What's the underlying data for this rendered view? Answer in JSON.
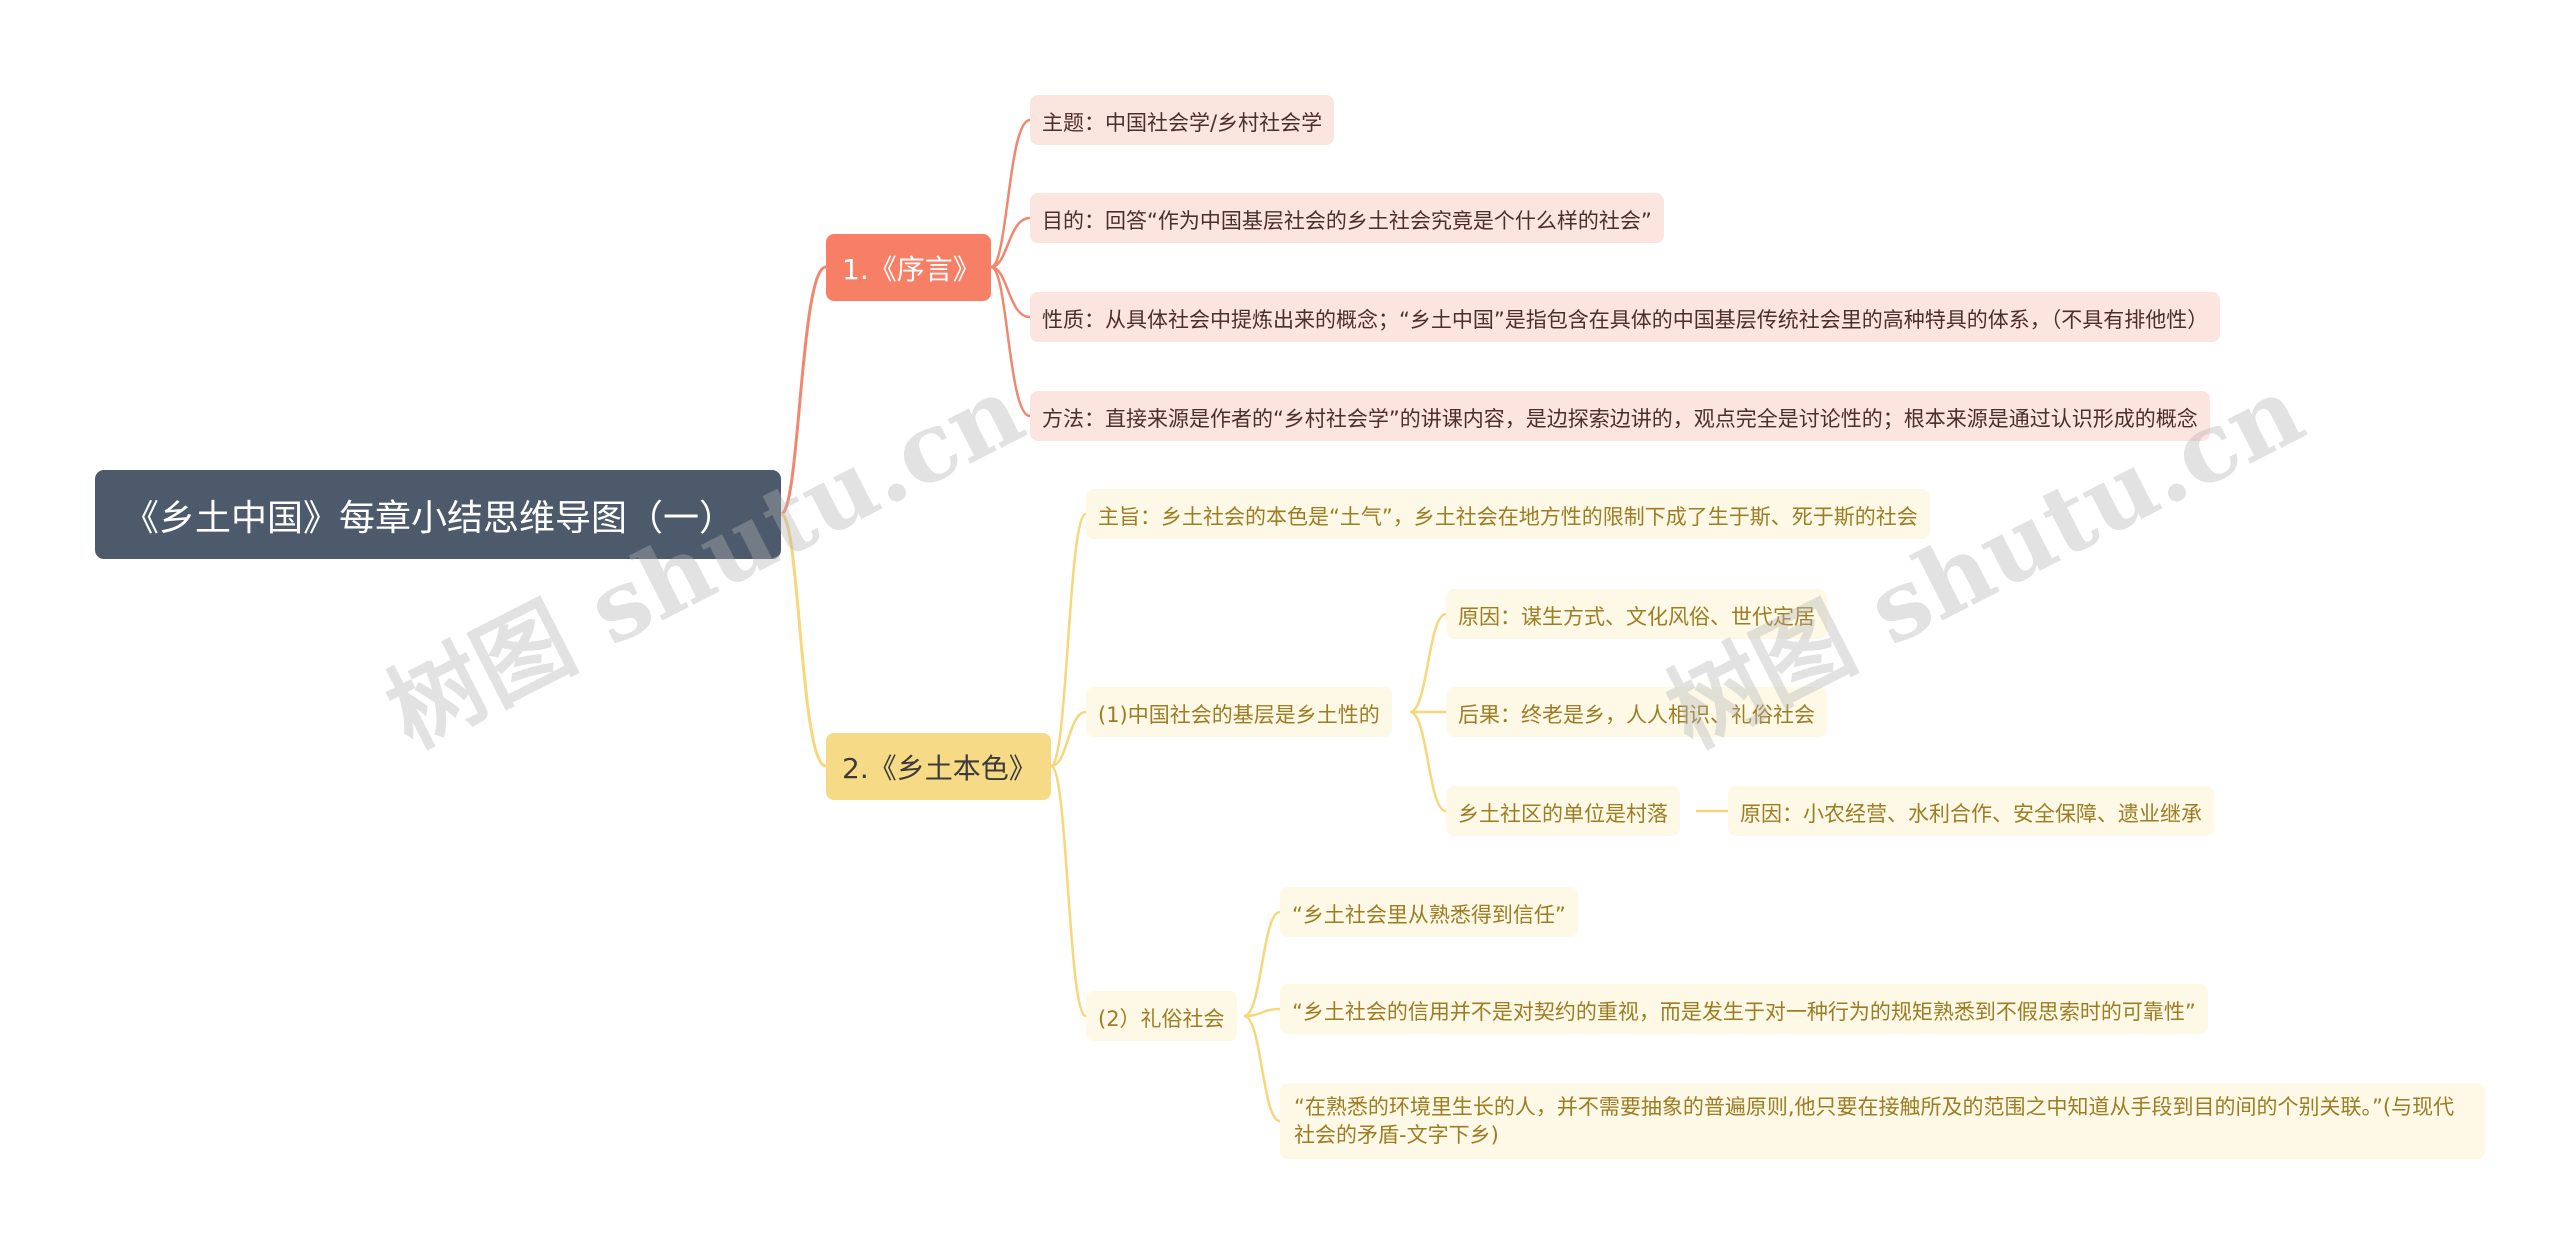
{
  "root": {
    "label": "《乡土中国》每章小结思维导图（一）"
  },
  "branch1": {
    "label": "1.《序言》",
    "color": "#f67f66",
    "items": [
      {
        "label": "主题：中国社会学/乡村社会学"
      },
      {
        "label": "目的：回答“作为中国基层社会的乡土社会究竟是个什么样的社会”"
      },
      {
        "label": "性质：从具体社会中提炼出来的概念；“乡土中国”是指包含在具体的中国基层传统社会里的高种特具的体系，（不具有排他性）"
      },
      {
        "label": "方法：直接来源是作者的“乡村社会学”的讲课内容，是边探索边讲的，观点完全是讨论性的；根本来源是通过认识形成的概念"
      }
    ]
  },
  "branch2": {
    "label": "2.《乡土本色》",
    "color": "#f7da85",
    "theme": {
      "label": "主旨：乡土社会的本色是“土气”，乡土社会在地方性的限制下成了生于斯、死于斯的社会"
    },
    "sub1": {
      "label": "(1)中国社会的基层是乡土性的",
      "items": [
        {
          "label": "原因：谋生方式、文化风俗、世代定居"
        },
        {
          "label": "后果：终老是乡，人人相识、礼俗社会"
        },
        {
          "label": "乡土社区的单位是村落"
        }
      ],
      "village_reason": {
        "label": "原因：小农经营、水利合作、安全保障、遗业继承"
      }
    },
    "sub2": {
      "label": "(2）礼俗社会",
      "items": [
        {
          "label": "“乡土社会里从熟悉得到信任”"
        },
        {
          "label": "“乡土社会的信用并不是对契约的重视，而是发生于对一种行为的规矩熟悉到不假思索时的可靠性”"
        },
        {
          "label": "“在熟悉的环境里生长的人，并不需要抽象的普遍原则,他只要在接触所及的范围之中知道从手段到目的间的个别关联。”(与现代社会的矛盾-文字下乡)"
        }
      ]
    }
  },
  "watermark": {
    "text": "树图 shutu.cn"
  },
  "colors": {
    "root": "#4c5a6b",
    "red_leaf": "#fce4df",
    "yellow_leaf": "#fef8e7"
  }
}
